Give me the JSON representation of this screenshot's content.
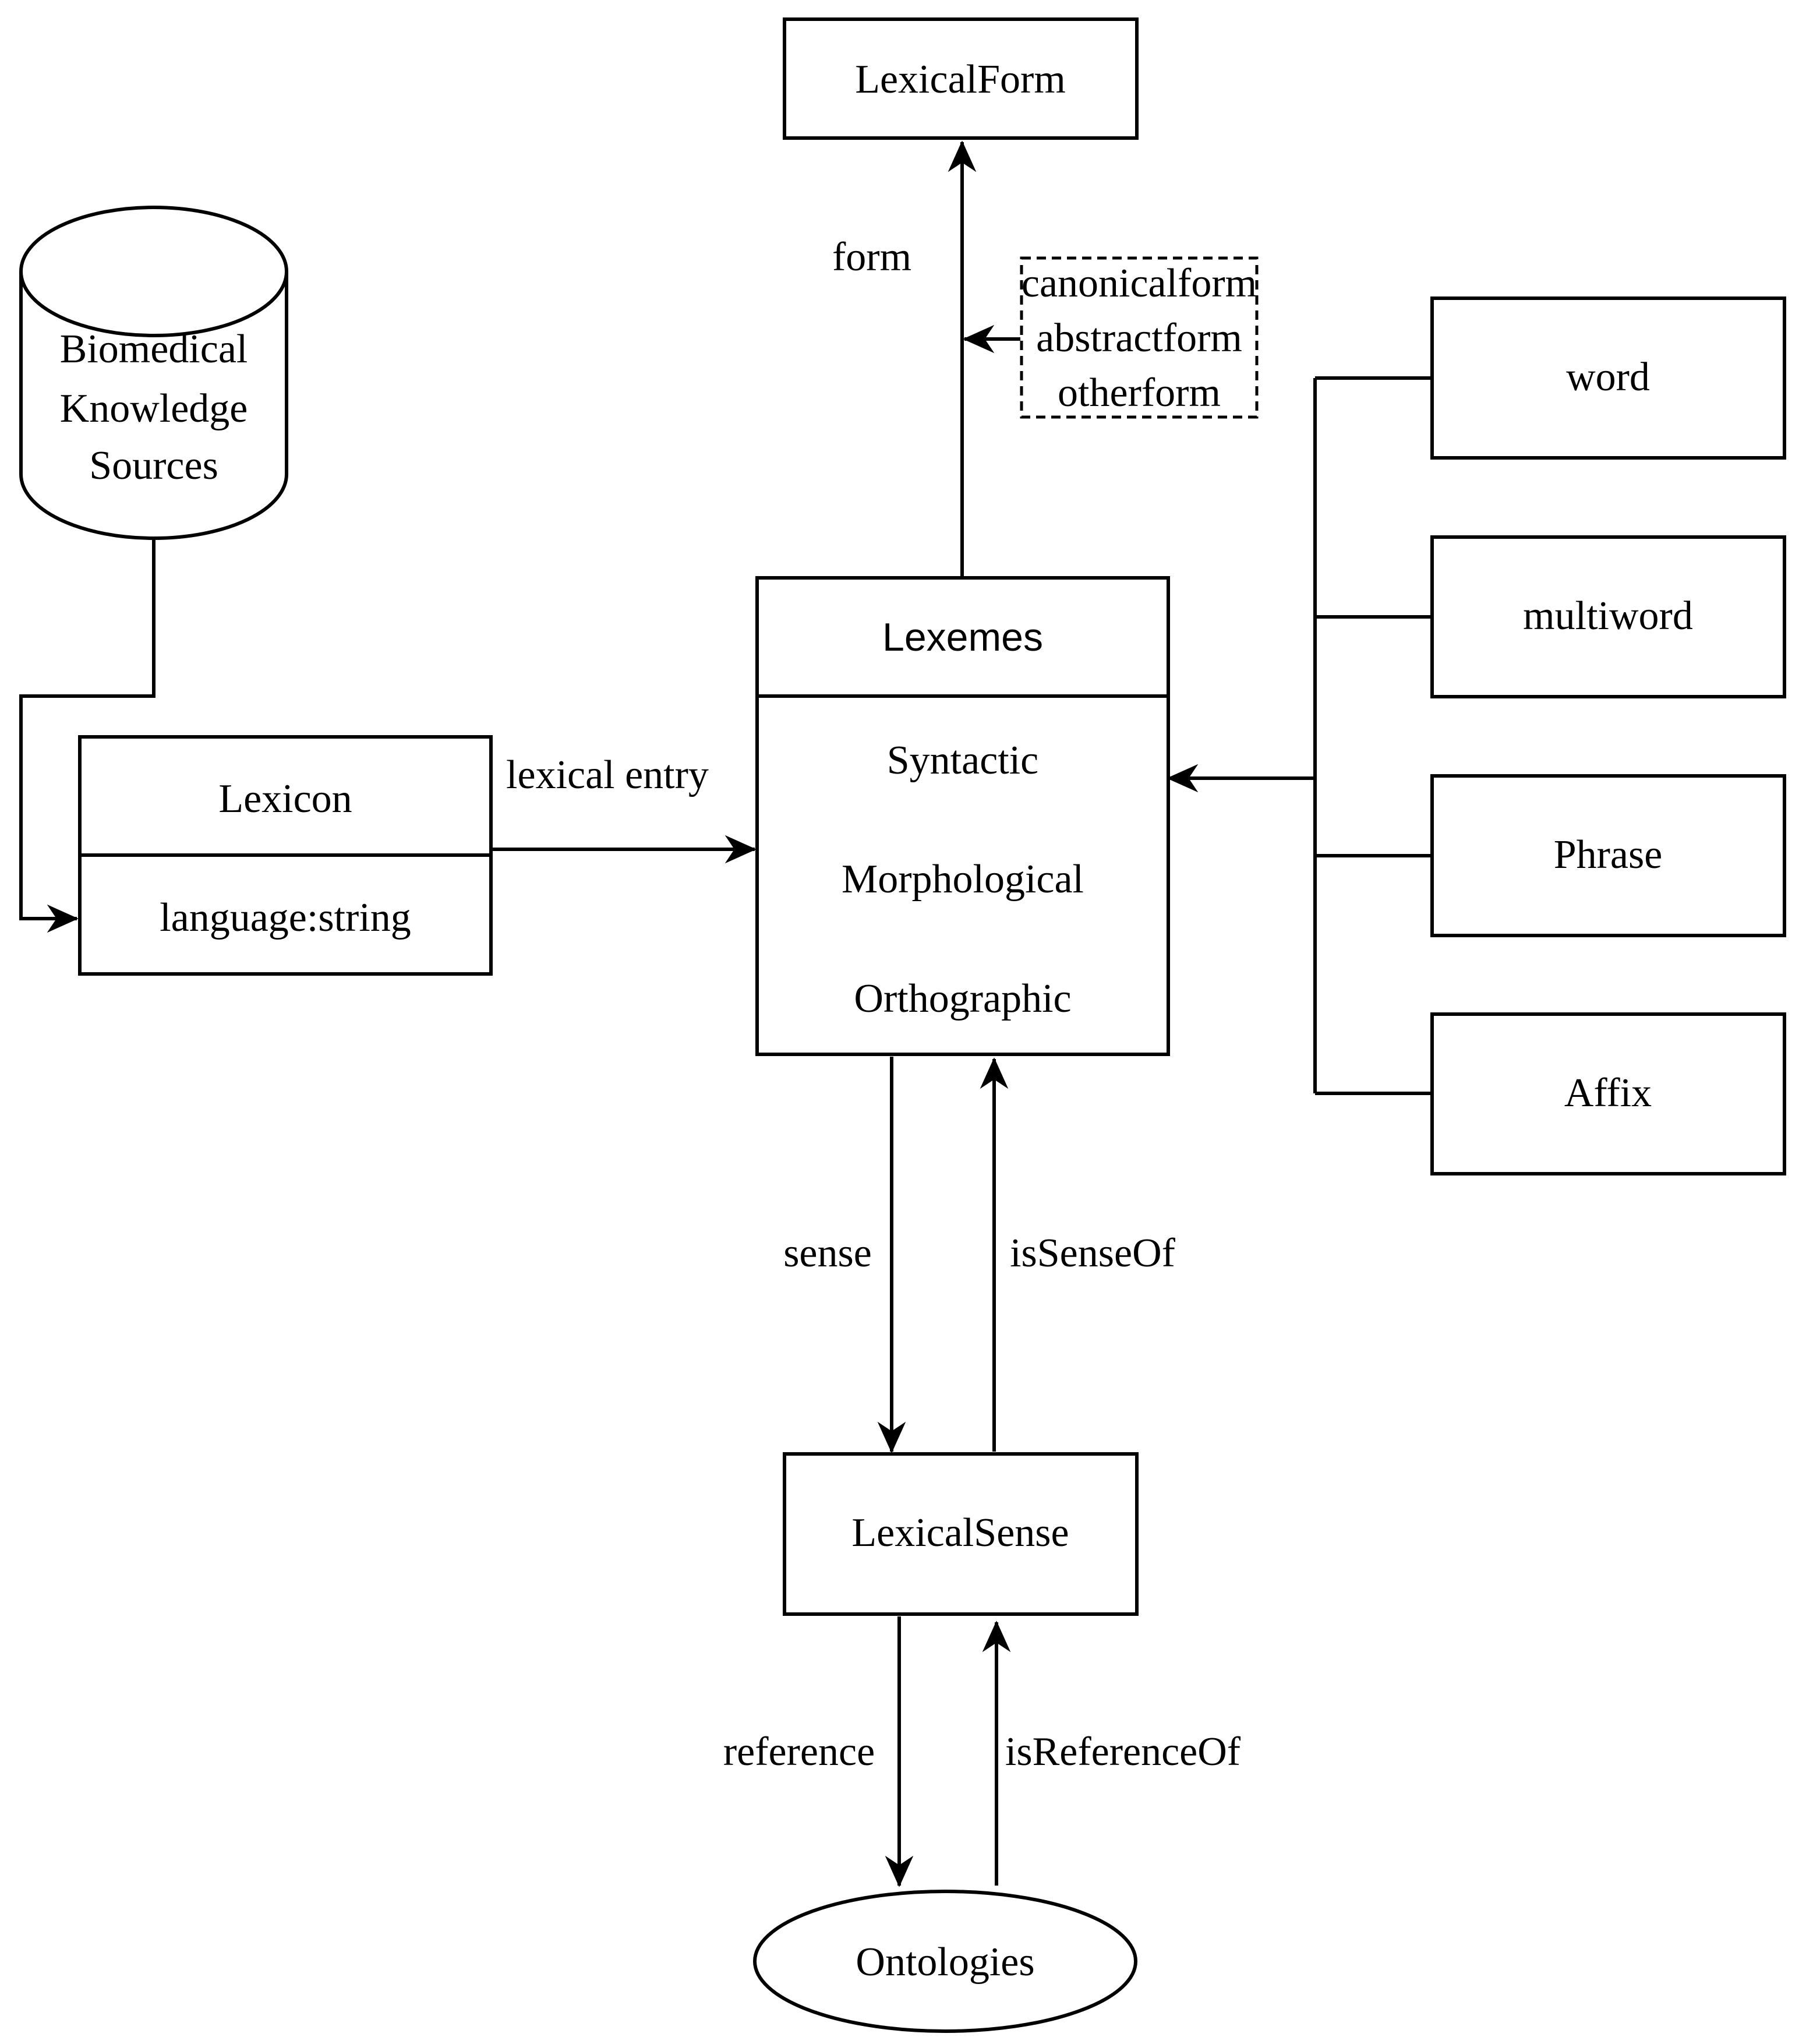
{
  "nodes": {
    "lexical_form": "LexicalForm",
    "knowledge_sources": [
      "Biomedical",
      "Knowledge",
      "Sources"
    ],
    "lexicon": {
      "title": "Lexicon",
      "attribute": "language:string"
    },
    "lexemes": {
      "title": "Lexemes",
      "attributes": [
        "Syntactic",
        "Morphological",
        "Orthographic"
      ]
    },
    "form_types": [
      "canonicalform",
      "abstractform",
      "otherform"
    ],
    "entry_types": [
      "word",
      "multiword",
      "Phrase",
      "Affix"
    ],
    "lexical_sense": "LexicalSense",
    "ontologies": "Ontologies"
  },
  "edges": {
    "form": "form",
    "lexical_entry": "lexical entry",
    "sense": "sense",
    "is_sense_of": "isSenseOf",
    "reference": "reference",
    "is_reference_of": "isReferenceOf"
  }
}
